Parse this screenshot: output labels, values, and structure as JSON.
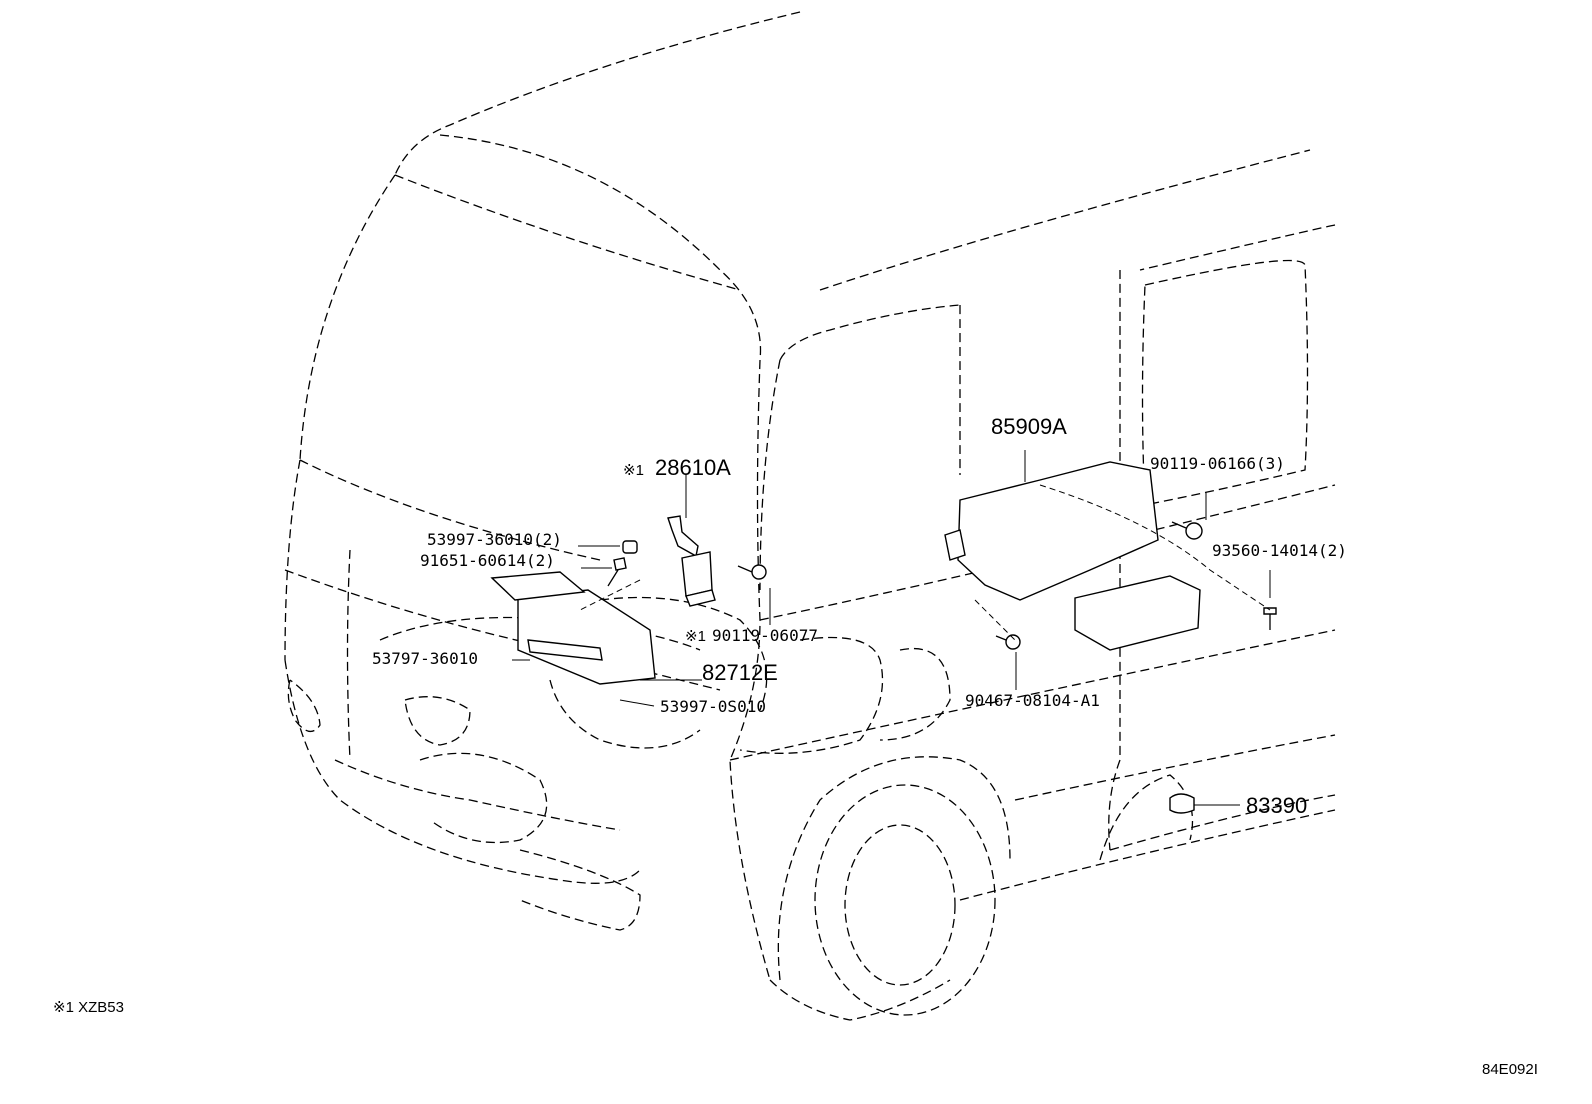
{
  "diagram": {
    "callouts": {
      "c28610A": {
        "mark": "※1",
        "part": "28610A"
      },
      "c85909A": "85909A",
      "c53997_36010": "53997-36010(2)",
      "c91651_60614": "91651-60614(2)",
      "c90119_06166": "90119-06166(3)",
      "c93560_14014": "93560-14014(2)",
      "c90119_06077": {
        "mark": "※1",
        "part": "90119-06077"
      },
      "c53797_36010": "53797-36010",
      "c82712E": "82712E",
      "c53997_0S010": "53997-0S010",
      "c90467_08104": "90467-08104-A1",
      "c83390": "83390"
    },
    "footnote": "※1 XZB53",
    "illustration_id": "84E092I"
  }
}
